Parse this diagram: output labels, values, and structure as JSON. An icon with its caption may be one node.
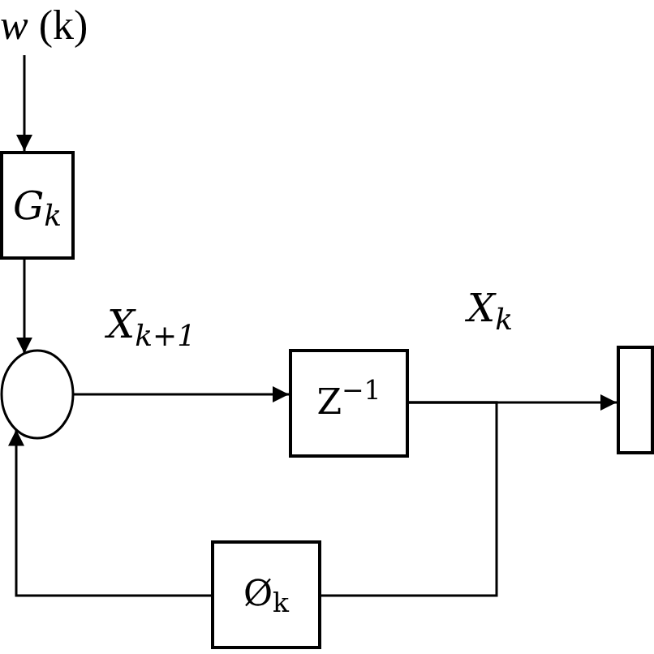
{
  "diagram": {
    "nodes": [
      {
        "text": [
          "*w* (k)"
        ]
      },
      {
        "text": [
          "G$_{k}$"
        ]
      },
      {
        "text": [],
        "shape": "circle"
      },
      {
        "text": [
          "Z$^{−1}$"
        ]
      },
      {
        "text": [
          "Ø$_{k}$"
        ]
      },
      {
        "text": [],
        "shape": "box"
      }
    ],
    "edges": [
      {
        "from": 0,
        "to": 1,
        "arrow": "to"
      },
      {
        "from": 1,
        "to": 2,
        "arrow": "to"
      },
      {
        "from": 2,
        "to": 3,
        "arrow": "to",
        "label": "X$_{k+1}$"
      },
      {
        "from": 3,
        "to": 5,
        "arrow": "to",
        "label": "X$_{k}$"
      },
      {
        "from": 3,
        "to": 4,
        "arrow": "none"
      },
      {
        "from": 4,
        "to": 2,
        "arrow": "to"
      }
    ]
  }
}
